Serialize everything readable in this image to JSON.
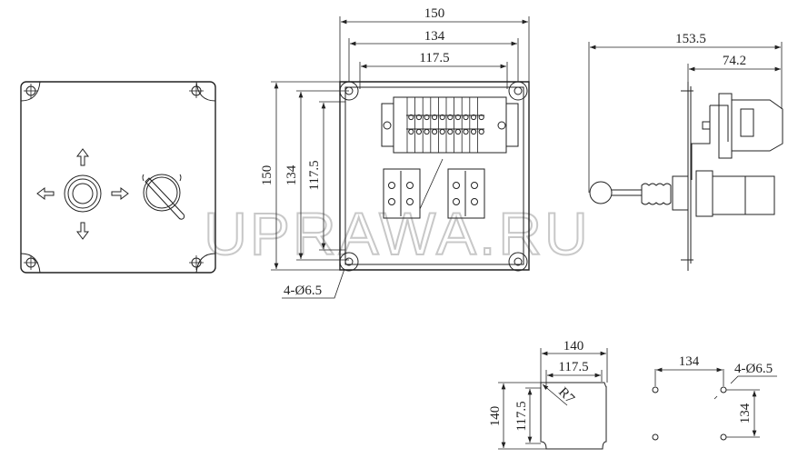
{
  "watermark": "UPRAWA.RU",
  "front_view": {},
  "terminal_view": {
    "dim_width_overall": "150",
    "dim_width_holes": "134",
    "dim_width_inner": "117.5",
    "dim_height_overall": "150",
    "dim_height_holes": "134",
    "dim_height_inner": "117.5",
    "holes_label": "4-Ø6.5"
  },
  "side_view": {
    "dim_total_depth": "153.5",
    "dim_rear_depth": "74.2"
  },
  "cutout_view": {
    "dim_width": "140",
    "dim_inner_width": "117.5",
    "dim_height": "140",
    "dim_inner_height": "117.5",
    "radius_label": "R7"
  },
  "mounting_holes_view": {
    "dim_horizontal": "134",
    "dim_vertical": "134",
    "holes_label": "4-Ø6.5"
  }
}
